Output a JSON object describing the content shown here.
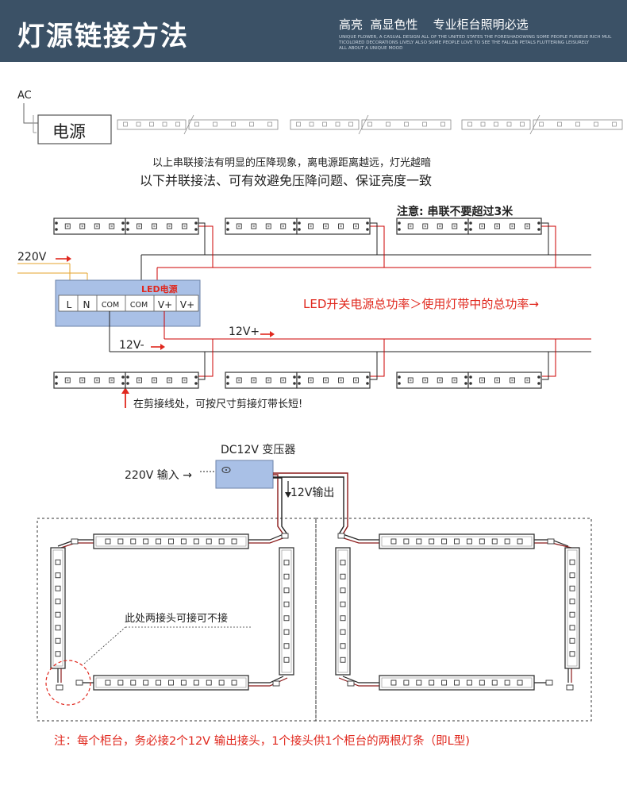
{
  "header": {
    "title": "灯源链接方法",
    "slogan": "高亮  高显色性    专业柜台照明必选",
    "small_lines": [
      "UNIQUE FLOWER, A CASUAL DESIGN ALL OF THE UNITED STATES THE FORESHADOWING SOME PEOPLE FURIEUE RICH MUL",
      "TICOLORED DECORATIONS LIVELY ALSO SOME PEOPLE LOVE TO SEE THE FALLEN PETALS FLUTTERING LEISURELY",
      "ALL ABOUT A UNIQUE MOOD"
    ]
  },
  "series_section": {
    "ac_label": "AC",
    "power_label": "电源",
    "note1": "以上串联接法有明显的压降现象，离电源距离越远，灯光越暗",
    "note2": "以下并联接法、可有效避免压降问题、保证亮度一致"
  },
  "parallel_section": {
    "caution": "注意: 串联不要超过3米",
    "v220": "220V",
    "psu_title": "LED电源",
    "terminals": [
      "L",
      "N",
      "COM",
      "COM",
      "V+",
      "V+"
    ],
    "power_note": "LED开关电源总功率＞使用灯带中的总功率→",
    "v12plus": "12V+",
    "v12minus": "12V-",
    "cut_note": "在剪接线处，可按尺寸剪接灯带长短!"
  },
  "cabinet_section": {
    "transformer_label": "DC12V 变压器",
    "input_label": "220V 输入 →",
    "output_label": "12V输出",
    "connector_note": "此处两接头可接可不接",
    "bottom_note": "注：每个柜台，务必接2个12V 输出接头，1个接头供1个柜台的两根灯条（即L型)"
  },
  "colors": {
    "header_bg": "#3b5166",
    "psu_fill": "#a9c0e6",
    "red": "#e0281e",
    "dark_red": "#8b1a1a",
    "orange_wire": "#e5a32b"
  }
}
